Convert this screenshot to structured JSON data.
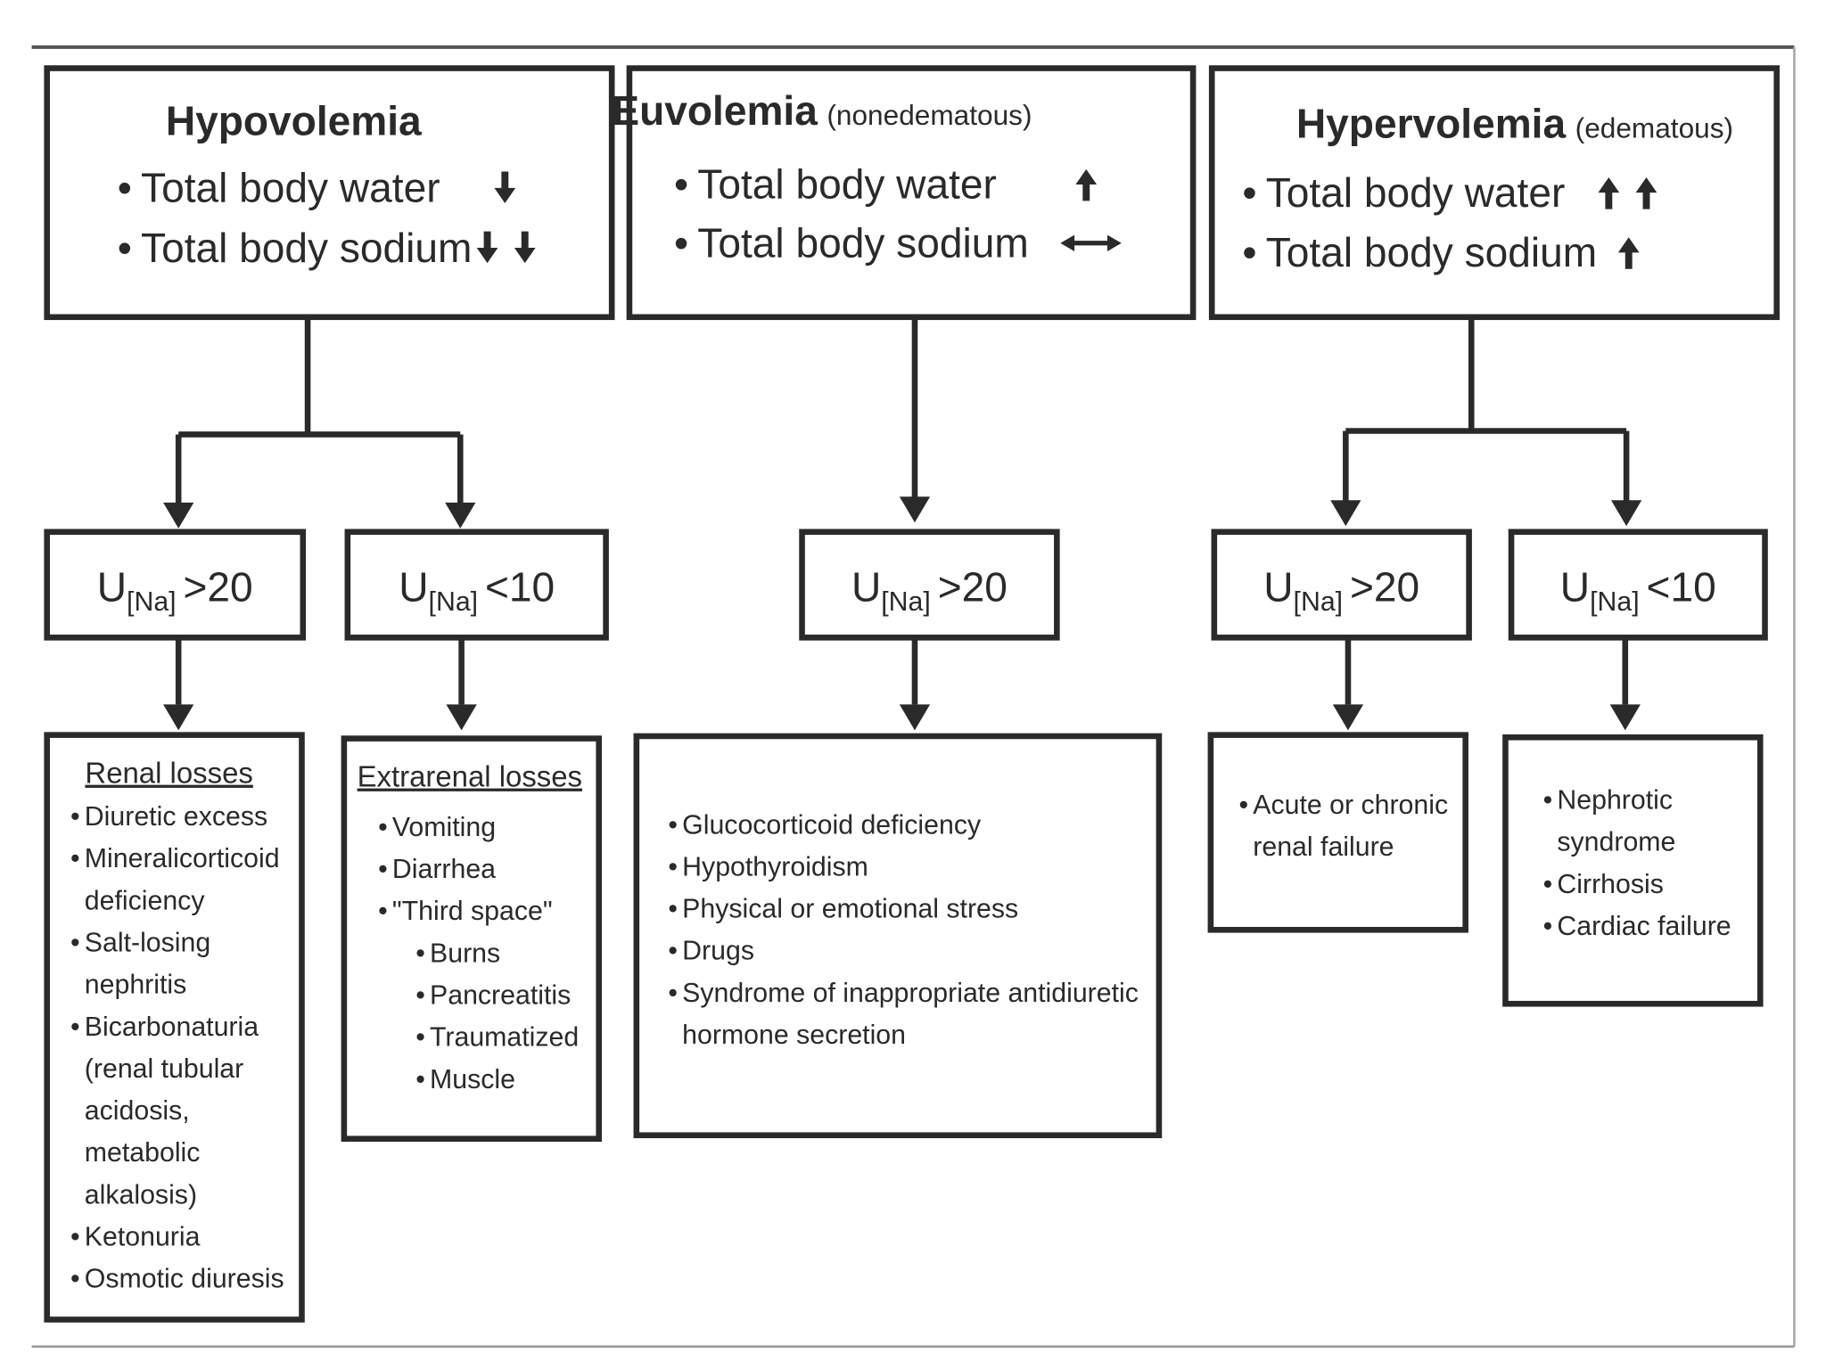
{
  "top": [
    {
      "title": "Hypovolemia",
      "qualifier": "",
      "rows": [
        {
          "bullet": "•",
          "label": "Total body water",
          "indicator": [
            "down"
          ]
        },
        {
          "bullet": "•",
          "label": "Total body sodium",
          "indicator": [
            "down",
            "down"
          ]
        }
      ]
    },
    {
      "title": "Euvolemia",
      "qualifier": "(nonedematous)",
      "rows": [
        {
          "bullet": "•",
          "label": "Total body water",
          "indicator": [
            "up"
          ]
        },
        {
          "bullet": "•",
          "label": "Total body sodium",
          "indicator": [
            "both"
          ]
        }
      ]
    },
    {
      "title": "Hypervolemia",
      "qualifier": "(edematous)",
      "rows": [
        {
          "bullet": "•",
          "label": "Total body water",
          "indicator": [
            "up",
            "up"
          ]
        },
        {
          "bullet": "•",
          "label": "Total body sodium",
          "indicator": [
            "up"
          ]
        }
      ]
    }
  ],
  "urine": [
    {
      "prefix": "U",
      "sub": "[Na]",
      "value": ">20"
    },
    {
      "prefix": "U",
      "sub": "[Na]",
      "value": "<10"
    },
    {
      "prefix": "U",
      "sub": "[Na]",
      "value": ">20"
    },
    {
      "prefix": "U",
      "sub": "[Na]",
      "value": ">20"
    },
    {
      "prefix": "U",
      "sub": "[Na]",
      "value": "<10"
    }
  ],
  "causes": [
    {
      "heading": "Renal losses",
      "items": [
        {
          "lines": [
            "Diuretic excess"
          ]
        },
        {
          "lines": [
            "Mineralicorticoid",
            "deficiency"
          ]
        },
        {
          "lines": [
            "Salt-losing",
            "nephritis"
          ]
        },
        {
          "lines": [
            "Bicarbonaturia",
            "(renal tubular",
            " acidosis,",
            " metabolic",
            " alkalosis)"
          ]
        },
        {
          "lines": [
            "Ketonuria"
          ]
        },
        {
          "lines": [
            "Osmotic diuresis"
          ]
        }
      ]
    },
    {
      "heading": "Extrarenal losses",
      "items": [
        {
          "lines": [
            "Vomiting"
          ]
        },
        {
          "lines": [
            "Diarrhea"
          ]
        },
        {
          "lines": [
            "\"Third space\""
          ],
          "sub": [
            {
              "lines": [
                "Burns"
              ]
            },
            {
              "lines": [
                "Pancreatitis"
              ]
            },
            {
              "lines": [
                "Traumatized"
              ]
            },
            {
              "lines": [
                "Muscle"
              ]
            }
          ]
        }
      ]
    },
    {
      "heading": "",
      "items": [
        {
          "lines": [
            "Glucocorticoid deficiency"
          ]
        },
        {
          "lines": [
            "Hypothyroidism"
          ]
        },
        {
          "lines": [
            "Physical or emotional stress"
          ]
        },
        {
          "lines": [
            "Drugs"
          ]
        },
        {
          "lines": [
            "Syndrome of inappropriate antidiuretic",
            "hormone secretion"
          ]
        }
      ]
    },
    {
      "heading": "",
      "items": [
        {
          "lines": [
            "Acute or chronic",
            "renal failure"
          ]
        }
      ]
    },
    {
      "heading": "",
      "items": [
        {
          "lines": [
            "Nephrotic",
            "syndrome"
          ]
        },
        {
          "lines": [
            "Cirrhosis"
          ]
        },
        {
          "lines": [
            "Cardiac failure"
          ]
        }
      ]
    }
  ]
}
